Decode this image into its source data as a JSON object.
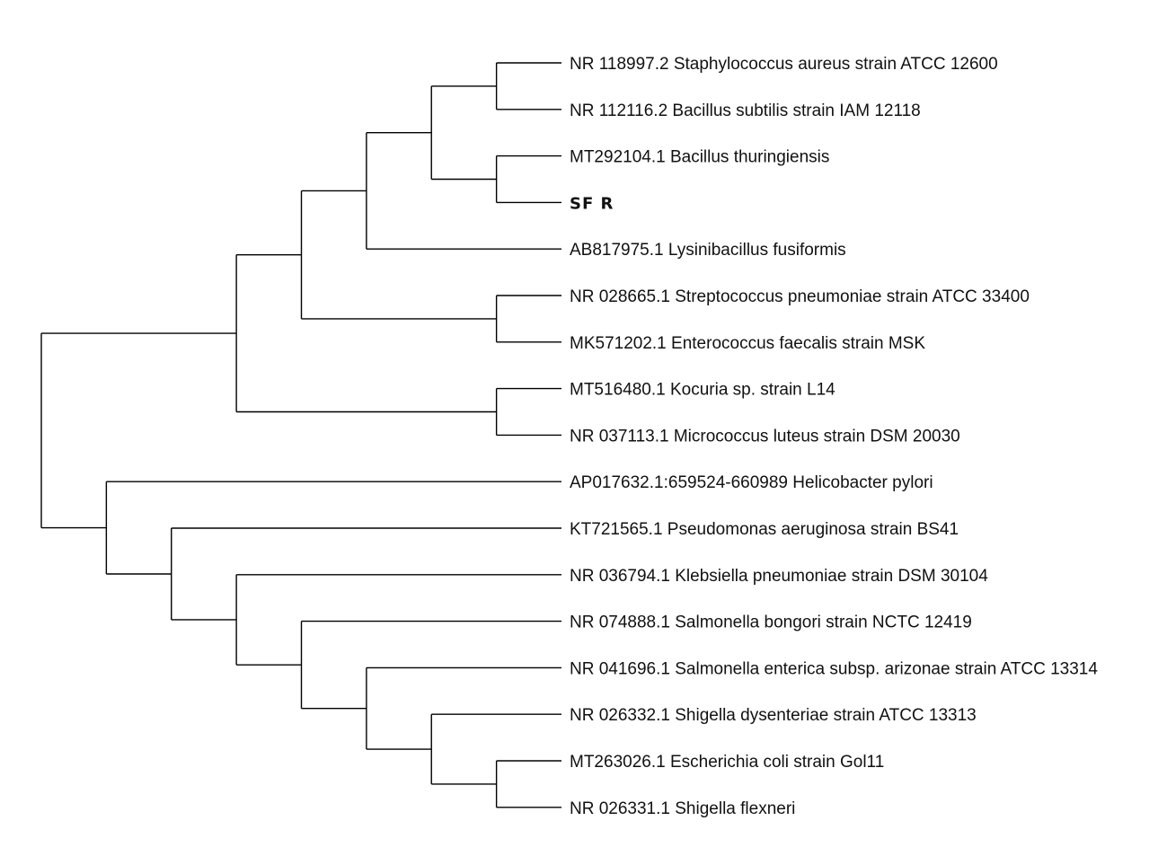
{
  "tree": {
    "highlight_color": "#ff0000",
    "text_color": "#111111",
    "leaves": [
      {
        "id": "l0",
        "label": "NR 118997.2 Staphylococcus aureus strain ATCC 12600"
      },
      {
        "id": "l1",
        "label": "NR 112116.2 Bacillus subtilis strain IAM 12118"
      },
      {
        "id": "l2",
        "label": "MT292104.1 Bacillus thuringiensis"
      },
      {
        "id": "l3",
        "label": "SF R",
        "highlight": true
      },
      {
        "id": "l4",
        "label": "AB817975.1 Lysinibacillus fusiformis"
      },
      {
        "id": "l5",
        "label": "NR 028665.1 Streptococcus pneumoniae strain ATCC 33400"
      },
      {
        "id": "l6",
        "label": "MK571202.1 Enterococcus faecalis strain MSK"
      },
      {
        "id": "l7",
        "label": "MT516480.1 Kocuria sp. strain L14"
      },
      {
        "id": "l8",
        "label": "NR 037113.1 Micrococcus luteus strain DSM 20030"
      },
      {
        "id": "l9",
        "label": "AP017632.1:659524-660989 Helicobacter pylori"
      },
      {
        "id": "l10",
        "label": "KT721565.1 Pseudomonas aeruginosa strain BS41"
      },
      {
        "id": "l11",
        "label": "NR 036794.1 Klebsiella pneumoniae strain DSM 30104"
      },
      {
        "id": "l12",
        "label": "NR 074888.1 Salmonella bongori strain NCTC 12419"
      },
      {
        "id": "l13",
        "label": "NR 041696.1 Salmonella enterica subsp. arizonae strain ATCC 13314"
      },
      {
        "id": "l14",
        "label": "NR 026332.1 Shigella dysenteriae strain ATCC 13313"
      },
      {
        "id": "l15",
        "label": "MT263026.1 Escherichia coli strain Gol11"
      },
      {
        "id": "l16",
        "label": "NR 026331.1 Shigella flexneri"
      }
    ],
    "topology": [
      [
        [
          [
            [
              [
                "l0",
                "l1"
              ],
              [
                "l2",
                "l3"
              ]
            ],
            "l4"
          ],
          [
            "l5",
            "l6"
          ]
        ],
        [
          "l7",
          "l8"
        ]
      ],
      [
        "l9",
        [
          "l10",
          [
            "l11",
            [
              "l12",
              [
                "l13",
                [
                  "l14",
                  [
                    "l15",
                    "l16"
                  ]
                ]
              ]
            ]
          ]
        ]
      ]
    ]
  }
}
